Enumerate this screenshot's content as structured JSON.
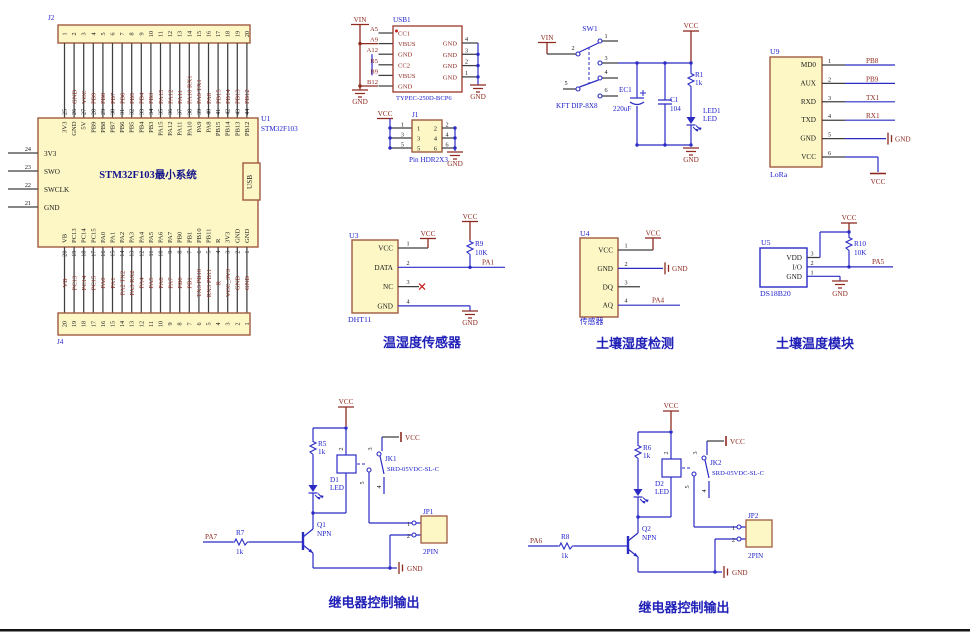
{
  "stm32": {
    "j2_ref": "J2",
    "j4_ref": "J4",
    "u1_ref": "U1",
    "u1_part": "STM32F103",
    "u1_title": "STM32F103最小系统",
    "usb_tab": "USB",
    "j2_pins": [
      "1",
      "2",
      "3",
      "4",
      "5",
      "6",
      "7",
      "8",
      "9",
      "10",
      "11",
      "12",
      "13",
      "14",
      "15",
      "16",
      "17",
      "18",
      "19",
      "20"
    ],
    "j2_nets": [
      "",
      "GND",
      "VCC",
      "PB9",
      "PB8",
      "PB7",
      "PB6",
      "PB5",
      "PB4",
      "PB3",
      "PA15",
      "PA12",
      "PA11",
      "PA10 RX1",
      "PA9 TX1",
      "PA8",
      "PB15",
      "PB14",
      "PB13",
      "PB12"
    ],
    "u1_top_nums": [
      "25",
      "26",
      "27",
      "28",
      "29",
      "30",
      "31",
      "32",
      "33",
      "34",
      "35",
      "36",
      "37",
      "38",
      "39",
      "40",
      "41",
      "42",
      "43",
      "44"
    ],
    "u1_top_names": [
      "3V3",
      "GND",
      "5V",
      "PB9",
      "PB8",
      "PB7",
      "PB6",
      "PB5",
      "PB4",
      "PB3",
      "PA15",
      "PA12",
      "PA11",
      "PA10",
      "PA9",
      "PA8",
      "PB15",
      "PB14",
      "PB13",
      "PB12"
    ],
    "left_pin_numbers": [
      "24",
      "23",
      "22",
      "21"
    ],
    "left_pin_names": [
      "3V3",
      "SWO",
      "SWCLK",
      "GND"
    ],
    "u1_bot_names": [
      "VB",
      "PC13",
      "PC14",
      "PC15",
      "PA0",
      "PA1",
      "PA2",
      "PA3",
      "PA4",
      "PA5",
      "PA6",
      "PA7",
      "PB0",
      "PB1",
      "PB10",
      "PB11",
      "R",
      "3V3",
      "GND",
      "GND"
    ],
    "u1_bot_nums": [
      "20",
      "19",
      "18",
      "17",
      "16",
      "15",
      "14",
      "13",
      "12",
      "11",
      "10",
      "9",
      "8",
      "7",
      "6",
      "5",
      "4",
      "3",
      "2",
      "1"
    ],
    "j4_nets": [
      "VB",
      "PC13",
      "PC14",
      "PC15",
      "PA0",
      "PA1",
      "PA2 TX2",
      "PA3 RX2",
      "PA4",
      "PA5",
      "PA6",
      "PA7",
      "PB0",
      "PB1",
      "TX3 PB10",
      "RX3 PB11",
      "R",
      "VCC_3V3",
      "GND",
      "GND"
    ]
  },
  "usb": {
    "ref": "USB1",
    "part": "TYPEC-250D-BCP6",
    "vin": "VIN",
    "gnd_left": "GND",
    "gnd_right": "GND",
    "pads": [
      "A5",
      "A9",
      "A12",
      "B5",
      "B9",
      "B12"
    ],
    "left_names": [
      "CC1",
      "VBUS",
      "GND",
      "CC2",
      "VBUS",
      "GND"
    ],
    "right_names": [
      "GND",
      "GND",
      "GND",
      "GND"
    ],
    "right_nums": [
      "4",
      "3",
      "2",
      "1"
    ]
  },
  "j1": {
    "ref": "J1",
    "part": "Pin HDR2X3",
    "vcc": "VCC",
    "gnd": "GND",
    "left_outer": [
      "1",
      "3",
      "5"
    ],
    "right_outer": [
      "2",
      "4",
      "6"
    ],
    "inside_left": [
      "1",
      "3",
      "5"
    ],
    "inside_right": [
      "2",
      "4",
      "6"
    ]
  },
  "sw": {
    "ref": "SW1",
    "part": "KFT DIP-8X8",
    "vin": "VIN",
    "vcc": "VCC",
    "gnd": "GND",
    "pin_numbers": [
      "1",
      "2",
      "3",
      "4",
      "5",
      "6"
    ],
    "ec1_ref": "EC1",
    "ec1_val": "220uF",
    "c1_ref": "C1",
    "c1_val": "104",
    "r1_ref": "R1",
    "r1_val": "1k",
    "led_ref": "LED1",
    "led_val": "LED"
  },
  "lora": {
    "ref": "U9",
    "part": "LoRa",
    "vcc": "VCC",
    "gnd": "GND",
    "names": [
      "MD0",
      "AUX",
      "RXD",
      "TXD",
      "GND",
      "VCC"
    ],
    "nums": [
      "1",
      "2",
      "3",
      "4",
      "5",
      "6"
    ],
    "nets": [
      "PB8",
      "PB9",
      "TX1",
      "RX1"
    ]
  },
  "dht11": {
    "ref": "U3",
    "part": "DHT11",
    "title": "温湿度传感器",
    "names": [
      "VCC",
      "DATA",
      "NC",
      "GND"
    ],
    "nums": [
      "1",
      "2",
      "3",
      "4"
    ],
    "vcc1": "VCC",
    "vcc2": "VCC",
    "gnd": "GND",
    "r_ref": "R9",
    "r_val": "10K",
    "net": "PA1"
  },
  "u4": {
    "ref": "U4",
    "part": "传感器",
    "title": "土壤湿度检测",
    "names": [
      "VCC",
      "GND",
      "DQ",
      "AQ"
    ],
    "nums": [
      "1",
      "2",
      "3",
      "4"
    ],
    "vcc": "VCC",
    "gnd": "GND",
    "net": "PA4"
  },
  "u5": {
    "ref": "U5",
    "part": "DS18B20",
    "title": "土壤温度模块",
    "names": [
      "VDD",
      "I/O",
      "GND"
    ],
    "nums": [
      "3",
      "2",
      "1"
    ],
    "vcc": "VCC",
    "gnd": "GND",
    "r_ref": "R10",
    "r_val": "10K",
    "net": "PA5"
  },
  "relay1": {
    "title": "继电器控制输出",
    "input_net": "PA7",
    "r_in_ref": "R7",
    "r_in_val": "1k",
    "q_ref": "Q1",
    "q_type": "NPN",
    "r_top_ref": "R5",
    "r_top_val": "1k",
    "led_ref": "D1",
    "led_val": "LED",
    "relay_ref": "JK1",
    "relay_part": "SRD-05VDC-SL-C",
    "jp_ref": "JP1",
    "jp_part": "2PIN",
    "jp_pin1": "1",
    "jp_pin2": "2",
    "coil_pin_top": "2",
    "sw_pin_top": "3",
    "sw_pin_left": "5",
    "sw_pin_bot": "4",
    "vcc_top": "VCC",
    "vcc_sw": "VCC",
    "gnd": "GND"
  },
  "relay2": {
    "title": "继电器控制输出",
    "input_net": "PA6",
    "r_in_ref": "R8",
    "r_in_val": "1k",
    "q_ref": "Q2",
    "q_type": "NPN",
    "r_top_ref": "R6",
    "r_top_val": "1k",
    "led_ref": "D2",
    "led_val": "LED",
    "relay_ref": "JK2",
    "relay_part": "SRD-05VDC-SL-C",
    "jp_ref": "JP2",
    "jp_part": "2PIN",
    "jp_pin1": "1",
    "jp_pin2": "2",
    "coil_pin_top": "2",
    "sw_pin_top": "3",
    "sw_pin_left": "5",
    "sw_pin_bot": "4",
    "vcc_top": "VCC",
    "vcc_sw": "VCC",
    "gnd": "GND"
  }
}
